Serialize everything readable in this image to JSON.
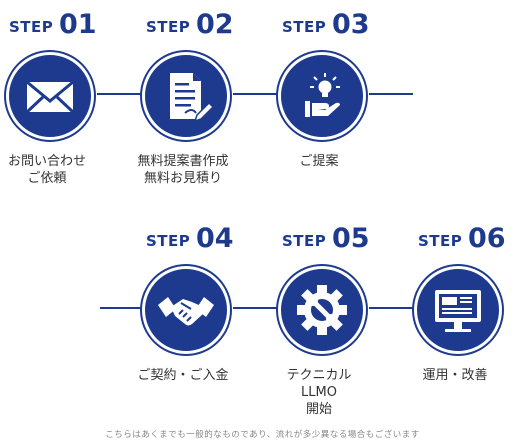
{
  "colors": {
    "accent": "#1d3a8f",
    "text": "#333333",
    "note": "#888888"
  },
  "steps": [
    {
      "word": "STEP",
      "number": "01",
      "icon": "envelope-icon",
      "caption": [
        "お問い合わせ",
        "ご依頼"
      ]
    },
    {
      "word": "STEP",
      "number": "02",
      "icon": "document-pen-icon",
      "caption": [
        "無料提案書作成",
        "無料お見積り"
      ]
    },
    {
      "word": "STEP",
      "number": "03",
      "icon": "lightbulb-hand-icon",
      "caption": [
        "ご提案"
      ]
    },
    {
      "word": "STEP",
      "number": "04",
      "icon": "handshake-icon",
      "caption": [
        "ご契約・ご入金"
      ]
    },
    {
      "word": "STEP",
      "number": "05",
      "icon": "gear-wrench-icon",
      "caption": [
        "テクニカル",
        "LLMO",
        "開始"
      ]
    },
    {
      "word": "STEP",
      "number": "06",
      "icon": "monitor-icon",
      "caption": [
        "運用・改善"
      ]
    }
  ],
  "footnote": "こちらはあくまでも一般的なものであり、流れが多少異なる場合もございます"
}
